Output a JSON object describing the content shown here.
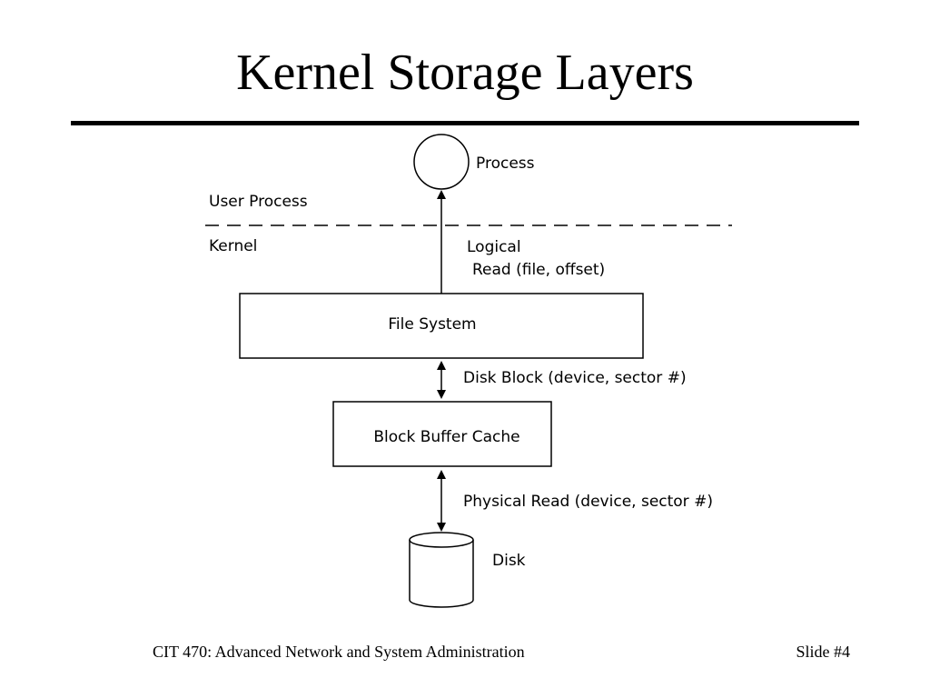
{
  "slide": {
    "title": "Kernel Storage Layers",
    "footer_course": "CIT 470: Advanced Network and System Administration",
    "footer_slide": "Slide #4"
  },
  "diagram": {
    "process_label": "Process",
    "user_process_label": "User Process",
    "kernel_label": "Kernel",
    "logical_label_line1": "Logical",
    "logical_label_line2": "Read (file, offset)",
    "file_system_label": "File System",
    "disk_block_label": "Disk Block (device, sector #)",
    "block_buffer_cache_label": "Block Buffer Cache",
    "physical_read_label": "Physical Read (device, sector #)",
    "disk_label": "Disk"
  }
}
